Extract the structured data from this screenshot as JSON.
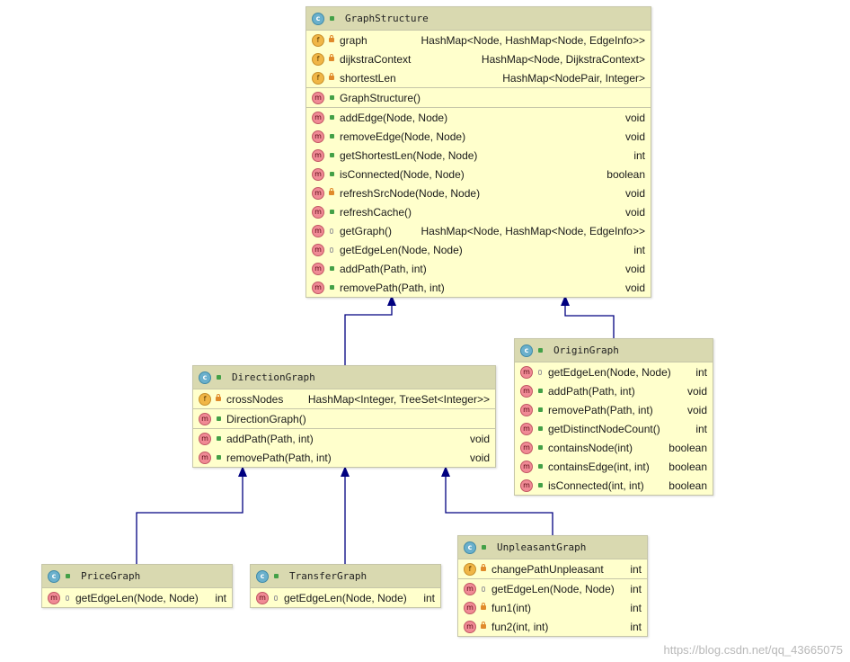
{
  "classes": {
    "graphStructure": {
      "name": "GraphStructure",
      "fields": [
        {
          "name": "graph",
          "type": "HashMap<Node, HashMap<Node, EdgeInfo>>"
        },
        {
          "name": "dijkstraContext",
          "type": "HashMap<Node, DijkstraContext>"
        },
        {
          "name": "shortestLen",
          "type": "HashMap<NodePair, Integer>"
        }
      ],
      "constructors": [
        {
          "name": "GraphStructure()",
          "type": ""
        }
      ],
      "methods": [
        {
          "name": "addEdge(Node, Node)",
          "type": "void"
        },
        {
          "name": "removeEdge(Node, Node)",
          "type": "void"
        },
        {
          "name": "getShortestLen(Node, Node)",
          "type": "int"
        },
        {
          "name": "isConnected(Node, Node)",
          "type": "boolean"
        },
        {
          "name": "refreshSrcNode(Node, Node)",
          "type": "void"
        },
        {
          "name": "refreshCache()",
          "type": "void"
        },
        {
          "name": "getGraph()",
          "type": "HashMap<Node, HashMap<Node, EdgeInfo>>"
        },
        {
          "name": "getEdgeLen(Node, Node)",
          "type": "int"
        },
        {
          "name": "addPath(Path, int)",
          "type": "void"
        },
        {
          "name": "removePath(Path, int)",
          "type": "void"
        }
      ]
    },
    "directionGraph": {
      "name": "DirectionGraph",
      "fields": [
        {
          "name": "crossNodes",
          "type": "HashMap<Integer, TreeSet<Integer>>"
        }
      ],
      "constructors": [
        {
          "name": "DirectionGraph()",
          "type": ""
        }
      ],
      "methods": [
        {
          "name": "addPath(Path, int)",
          "type": "void"
        },
        {
          "name": "removePath(Path, int)",
          "type": "void"
        }
      ]
    },
    "originGraph": {
      "name": "OriginGraph",
      "methods": [
        {
          "name": "getEdgeLen(Node, Node)",
          "type": "int"
        },
        {
          "name": "addPath(Path, int)",
          "type": "void"
        },
        {
          "name": "removePath(Path, int)",
          "type": "void"
        },
        {
          "name": "getDistinctNodeCount()",
          "type": "int"
        },
        {
          "name": "containsNode(int)",
          "type": "boolean"
        },
        {
          "name": "containsEdge(int, int)",
          "type": "boolean"
        },
        {
          "name": "isConnected(int, int)",
          "type": "boolean"
        }
      ]
    },
    "priceGraph": {
      "name": "PriceGraph",
      "methods": [
        {
          "name": "getEdgeLen(Node, Node)",
          "type": "int"
        }
      ]
    },
    "transferGraph": {
      "name": "TransferGraph",
      "methods": [
        {
          "name": "getEdgeLen(Node, Node)",
          "type": "int"
        }
      ]
    },
    "unpleasantGraph": {
      "name": "UnpleasantGraph",
      "fields": [
        {
          "name": "changePathUnpleasant",
          "type": "int"
        }
      ],
      "methods": [
        {
          "name": "getEdgeLen(Node, Node)",
          "type": "int"
        },
        {
          "name": "fun1(int)",
          "type": "int"
        },
        {
          "name": "fun2(int, int)",
          "type": "int"
        }
      ]
    }
  },
  "badges": {
    "class": "c",
    "field": "f",
    "method": "m"
  },
  "colors": {
    "arrow": "#000080",
    "header": "#d9d9b0",
    "body": "#ffffcc"
  },
  "watermark": "https://blog.csdn.net/qq_43665075"
}
